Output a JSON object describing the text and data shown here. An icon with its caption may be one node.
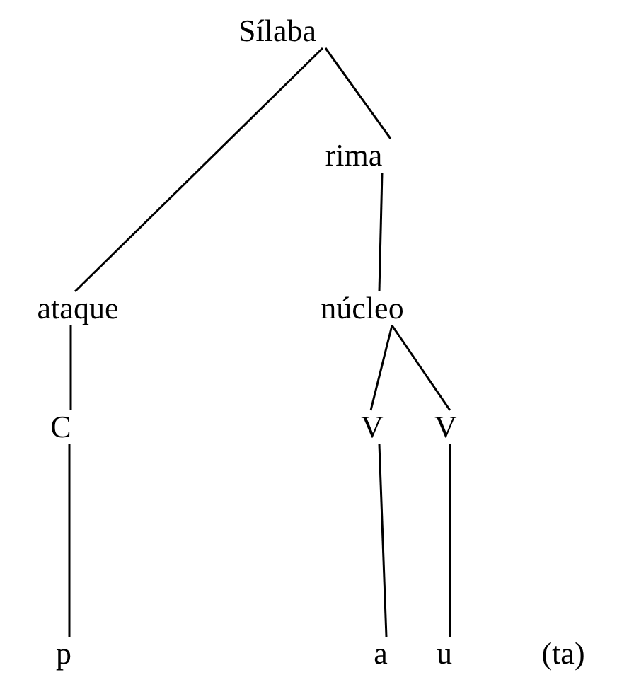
{
  "diagram": {
    "nodes": [
      {
        "text": [
          "Sílaba"
        ]
      },
      {
        "text": [
          "rima"
        ]
      },
      {
        "text": [
          "ataque"
        ]
      },
      {
        "text": [
          "núcleo"
        ]
      },
      {
        "text": [
          "C"
        ]
      },
      {
        "text": [
          "V"
        ]
      },
      {
        "text": [
          "V"
        ]
      },
      {
        "text": [
          "p"
        ]
      },
      {
        "text": [
          "a"
        ]
      },
      {
        "text": [
          "u"
        ]
      }
    ],
    "edges": [
      {
        "from": 0,
        "to": 2,
        "arrow": "none"
      },
      {
        "from": 0,
        "to": 1,
        "arrow": "none"
      },
      {
        "from": 1,
        "to": 3,
        "arrow": "none"
      },
      {
        "from": 2,
        "to": 4,
        "arrow": "none"
      },
      {
        "from": 3,
        "to": 5,
        "arrow": "none"
      },
      {
        "from": 3,
        "to": 6,
        "arrow": "none"
      },
      {
        "from": 4,
        "to": 7,
        "arrow": "none"
      },
      {
        "from": 5,
        "to": 8,
        "arrow": "none"
      },
      {
        "from": 6,
        "to": 9,
        "arrow": "none"
      }
    ],
    "labels": [
      "(ta)"
    ]
  }
}
